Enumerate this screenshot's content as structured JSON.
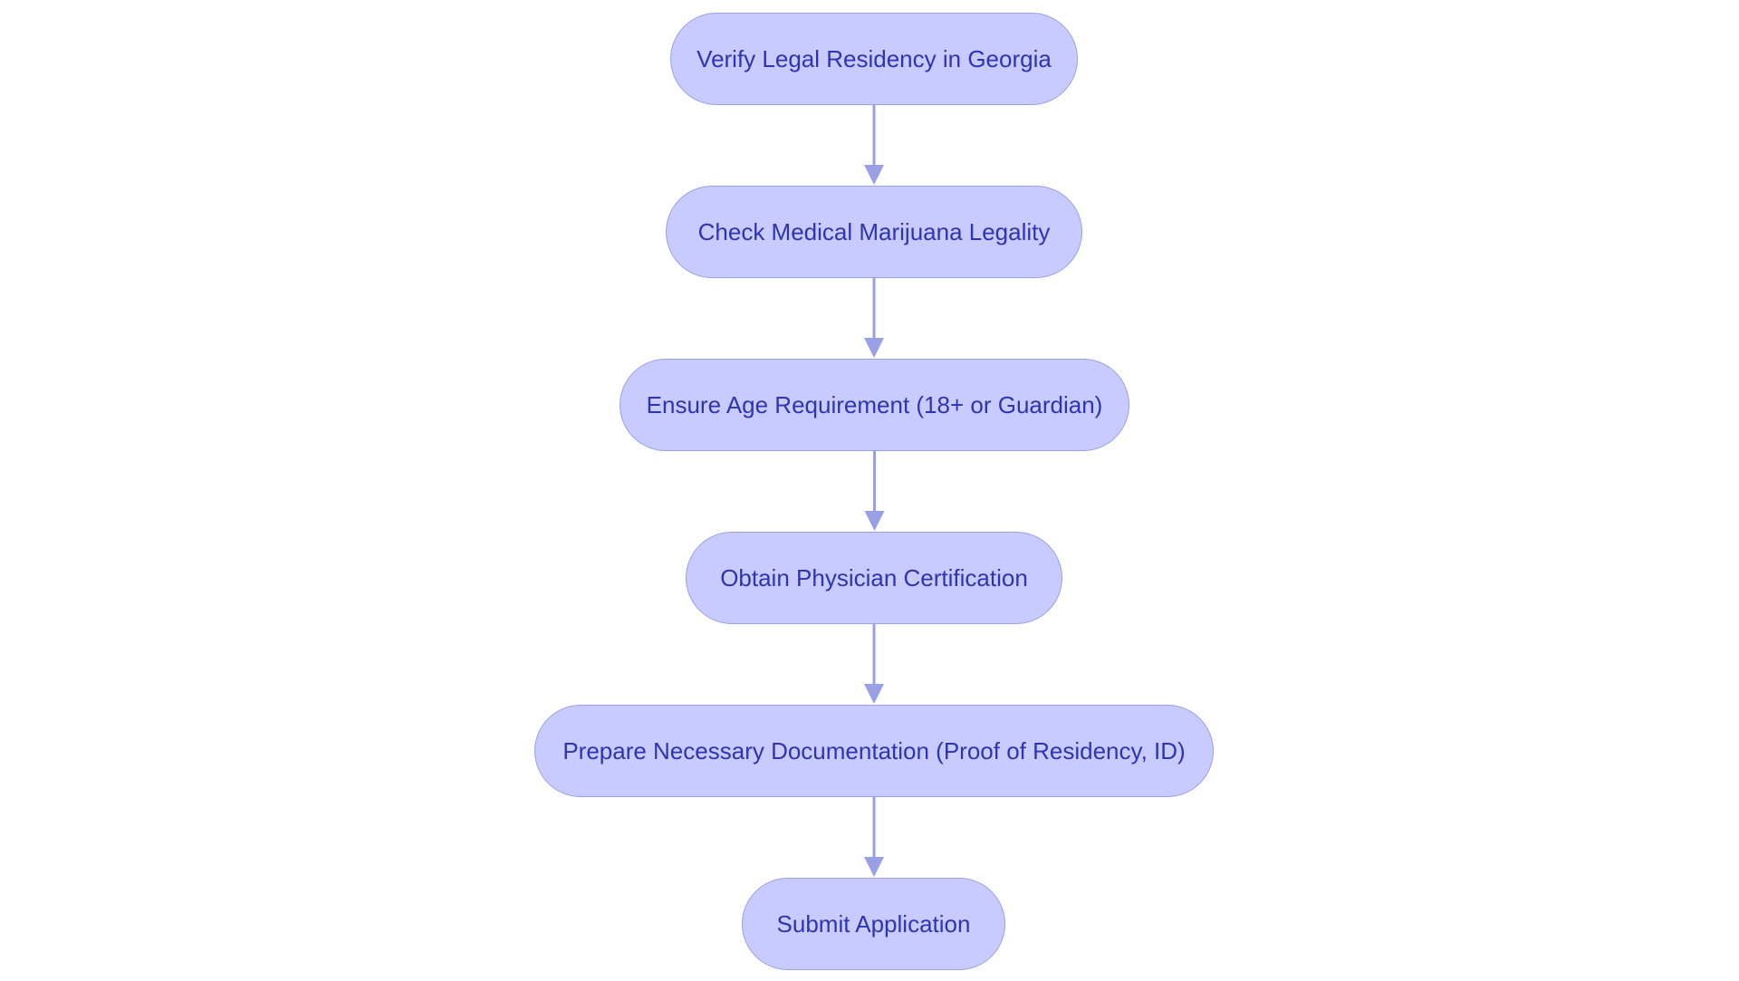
{
  "diagram": {
    "type": "flowchart",
    "direction": "top-to-bottom",
    "colors": {
      "node_fill": "#c8cbff",
      "node_border": "#9aa0e6",
      "node_text": "#2f34b3",
      "edge": "#9aa0e6"
    },
    "nodes": [
      {
        "id": "n1",
        "label": "Verify Legal Residency in Georgia"
      },
      {
        "id": "n2",
        "label": "Check Medical Marijuana Legality"
      },
      {
        "id": "n3",
        "label": "Ensure Age Requirement (18+ or Guardian)"
      },
      {
        "id": "n4",
        "label": "Obtain Physician Certification"
      },
      {
        "id": "n5",
        "label": "Prepare Necessary Documentation (Proof of Residency, ID)"
      },
      {
        "id": "n6",
        "label": "Submit Application"
      }
    ],
    "edges": [
      {
        "from": "n1",
        "to": "n2"
      },
      {
        "from": "n2",
        "to": "n3"
      },
      {
        "from": "n3",
        "to": "n4"
      },
      {
        "from": "n4",
        "to": "n5"
      },
      {
        "from": "n5",
        "to": "n6"
      }
    ]
  }
}
